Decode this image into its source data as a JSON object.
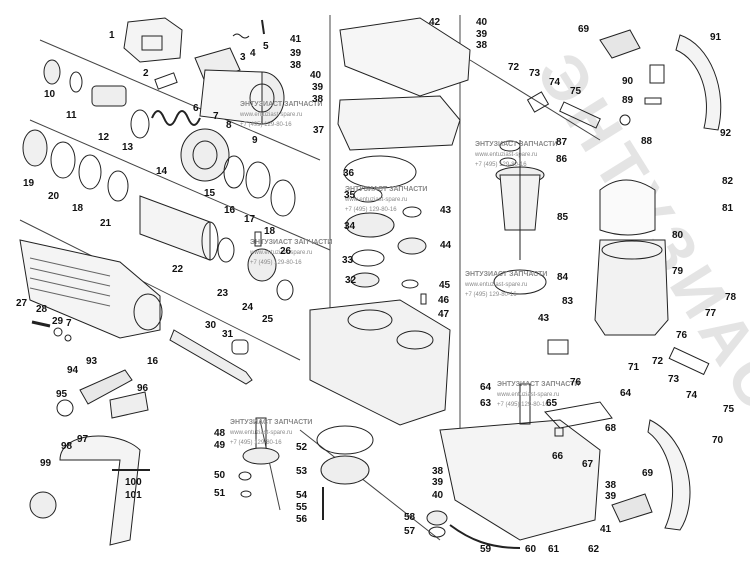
{
  "watermark": {
    "brand": "ЭНТУЗИАСТ",
    "title": "ЭНТУЗИАСТ ЗАПЧАСТИ",
    "site": "www.entuziast-spare.ru",
    "phone": "+7 (495) 129-80-16"
  },
  "callouts": [
    "1",
    "2",
    "3",
    "4",
    "5",
    "6",
    "7",
    "8",
    "9",
    "10",
    "11",
    "12",
    "13",
    "14",
    "15",
    "16",
    "17",
    "18",
    "19",
    "20",
    "21",
    "22",
    "23",
    "24",
    "25",
    "26",
    "27",
    "28",
    "29",
    "30",
    "31",
    "32",
    "33",
    "34",
    "35",
    "36",
    "37",
    "38",
    "39",
    "40",
    "41",
    "42",
    "43",
    "44",
    "45",
    "46",
    "47",
    "48",
    "49",
    "50",
    "51",
    "52",
    "53",
    "54",
    "55",
    "56",
    "57",
    "58",
    "59",
    "60",
    "61",
    "62",
    "63",
    "64",
    "65",
    "66",
    "67",
    "68",
    "69",
    "70",
    "71",
    "72",
    "73",
    "74",
    "75",
    "76",
    "77",
    "78",
    "79",
    "80",
    "81",
    "82",
    "83",
    "84",
    "85",
    "86",
    "87",
    "88",
    "89",
    "90",
    "91",
    "92",
    "93",
    "94",
    "95",
    "96",
    "97",
    "98",
    "99",
    "100",
    "101"
  ]
}
